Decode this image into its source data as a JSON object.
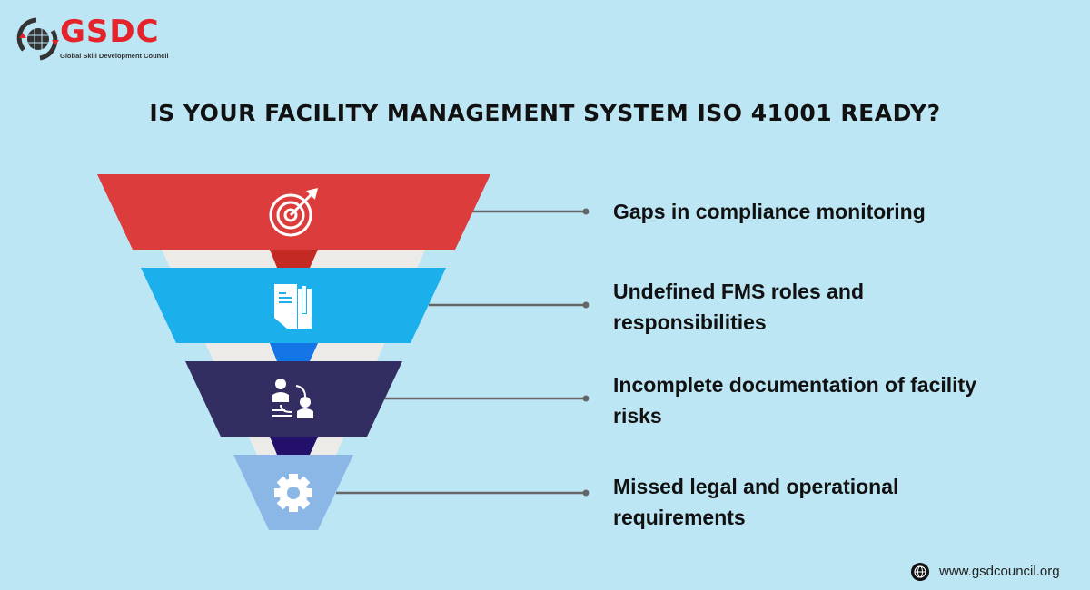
{
  "logo": {
    "name": "GSDC",
    "tagline": "Global Skill Development Council"
  },
  "title": "IS YOUR FACILITY MANAGEMENT SYSTEM ISO 41001 READY?",
  "stages": [
    {
      "label": "Gaps in compliance monitoring",
      "icon": "target-icon",
      "color": "#dd3c3c"
    },
    {
      "label": "Undefined FMS roles and responsibilities",
      "icon": "document-pencil-icon",
      "color": "#1bb0ec"
    },
    {
      "label": "Incomplete documentation of facility risks",
      "icon": "people-exchange-icon",
      "color": "#332e62"
    },
    {
      "label": "Missed legal and operational requirements",
      "icon": "gear-icon",
      "color": "#8bb7e6"
    }
  ],
  "footer": {
    "url": "www.gsdcouncil.org"
  }
}
